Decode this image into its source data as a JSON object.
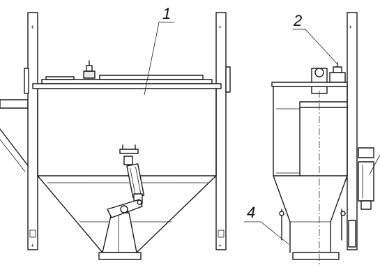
{
  "callouts": [
    {
      "id": "1",
      "text": "1"
    },
    {
      "id": "2",
      "text": "2"
    },
    {
      "id": "4",
      "text": "4"
    }
  ]
}
